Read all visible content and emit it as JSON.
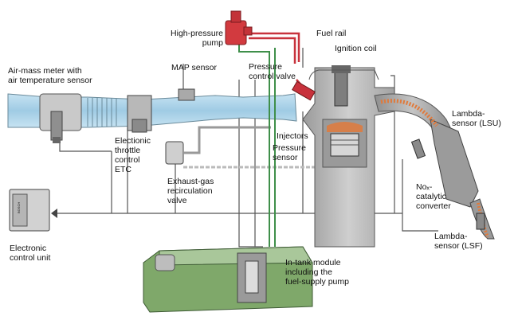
{
  "labels": {
    "high_pressure_pump": "High-pressure\npump",
    "fuel_rail": "Fuel rail",
    "ignition_coil": "Ignition coil",
    "air_mass_meter": "Air-mass meter with\nair temperature sensor",
    "map_sensor": "MAP sensor",
    "pressure_control_valve": "Pressure\ncontrol valve",
    "lambda_lsu": "Lambda-\nsensor (LSU)",
    "injectors": "Injectors",
    "pressure_sensor": "Pressure\nsensor",
    "etc": "Electionic\nthrottle\ncontrol\nETC",
    "egr_valve": "Exhaust-gas\nrecirculation\nvalve",
    "nox_converter": "Noₓ-\ncatalytic\nconverter",
    "lambda_lsf": "Lambda-\nsensor (LSF)",
    "ecu": "Electronic\ncontrol unit",
    "in_tank_module": "In-tank module\nincluding the\nfuel-supply pump",
    "ecu_brand": "BOSCH"
  },
  "colors": {
    "intake_air": "#a9d3ea",
    "engine_body": "#b9b9b9",
    "high_pressure_line": "#c8323c",
    "low_pressure_line": "#3f8f4a",
    "exhaust": "#e07a3c",
    "fuel_tank": "#7fa86a",
    "wiring": "#444444"
  }
}
